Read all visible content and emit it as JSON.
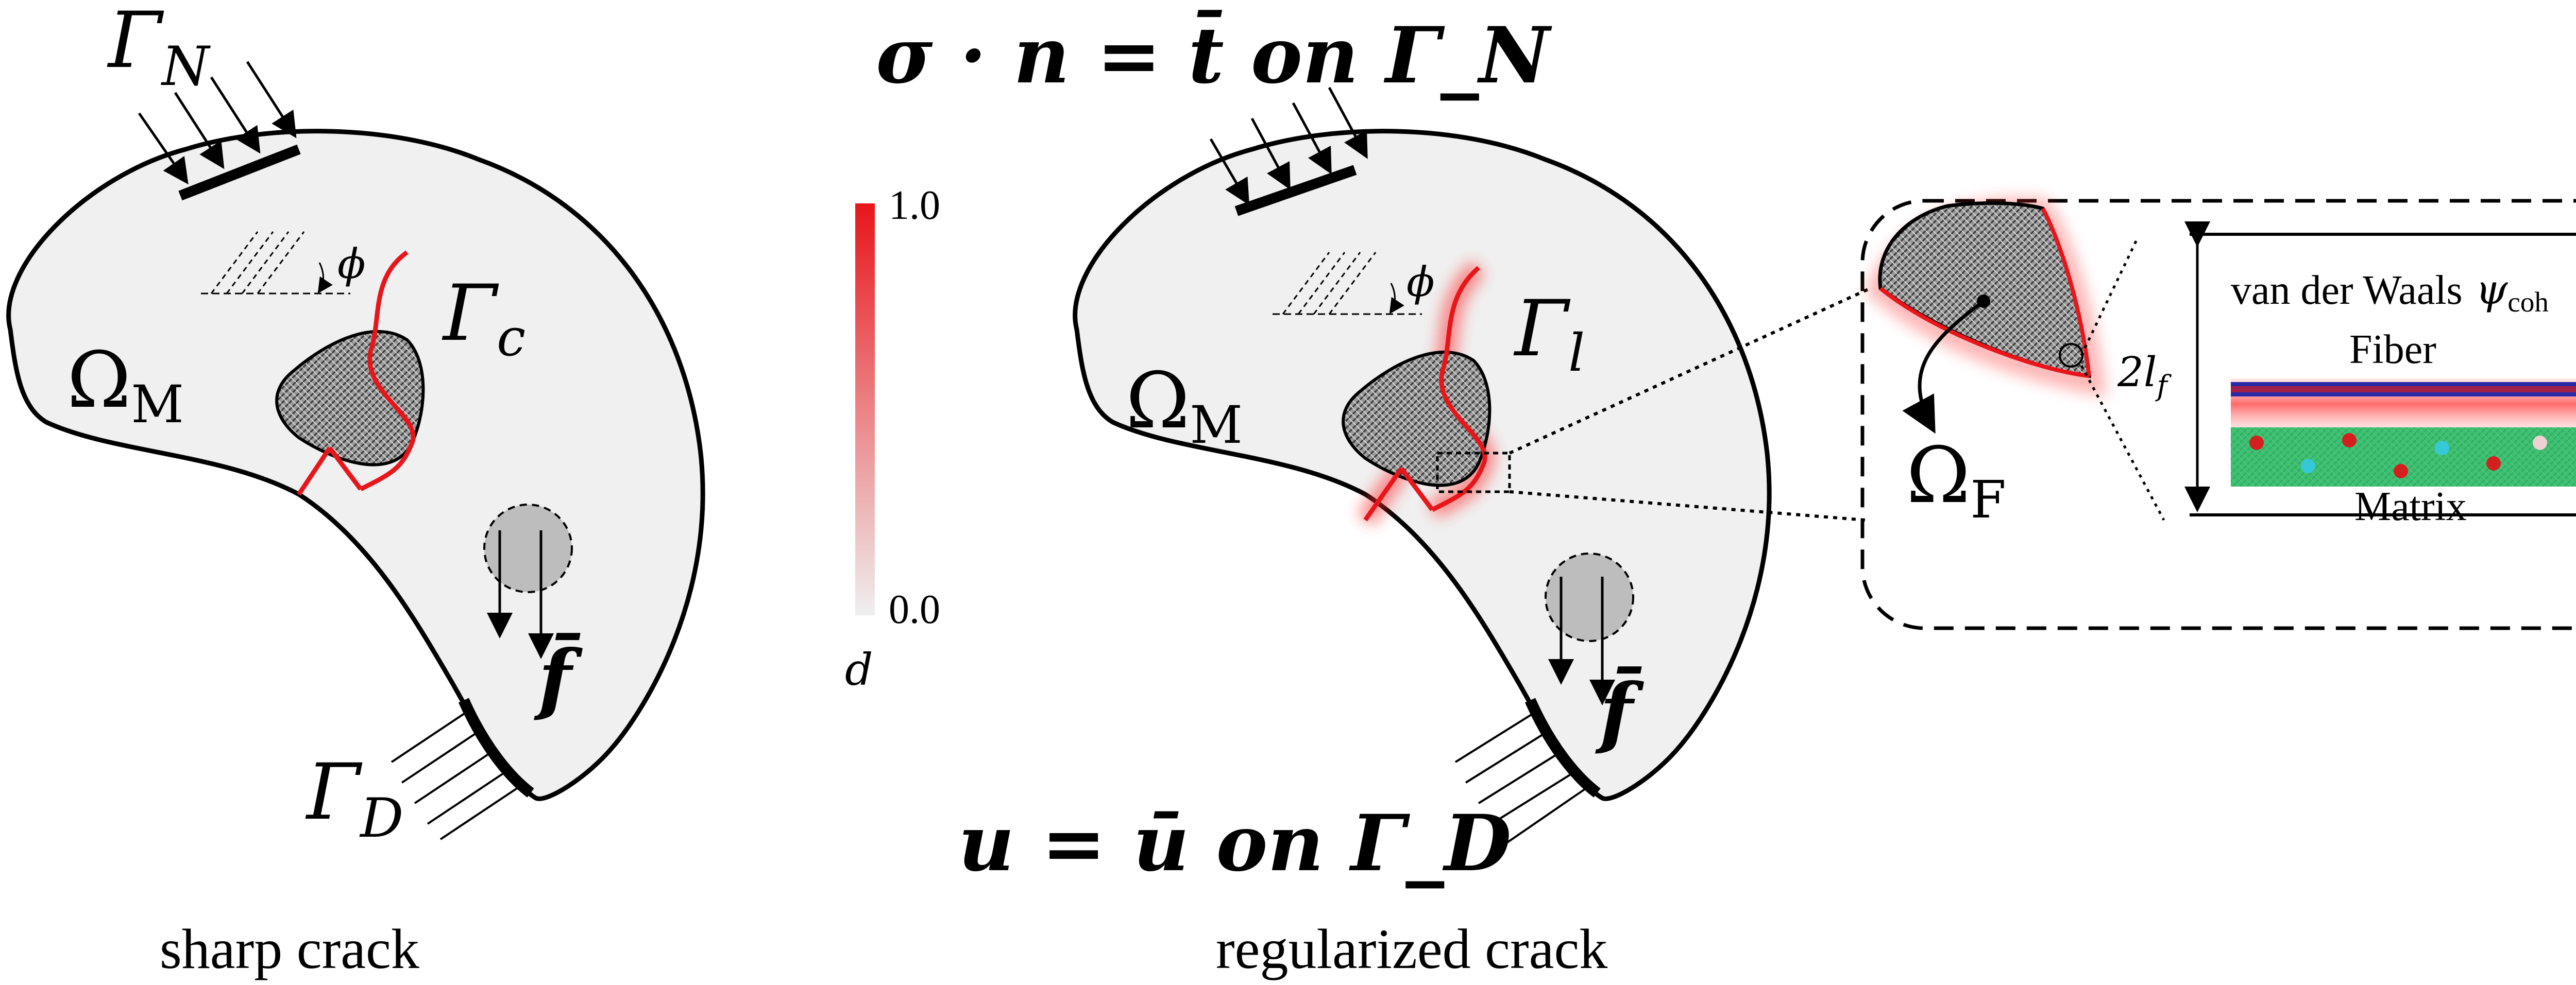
{
  "captions": {
    "left": "sharp crack",
    "right": "regularized crack"
  },
  "equations": {
    "neumann": "σ · n = t̄ on Γ_N",
    "dirichlet": "u = ū on Γ_D"
  },
  "left_panel": {
    "gamma_n_symbol": "Γ",
    "gamma_n_sub": "N",
    "gamma_d_symbol": "Γ",
    "gamma_d_sub": "D",
    "omega_symbol": "Ω",
    "omega_sub": "M",
    "gamma_c_symbol": "Γ",
    "gamma_c_sub": "c",
    "phi": "ϕ",
    "body_force": "f̄"
  },
  "right_panel": {
    "omega_symbol": "Ω",
    "omega_sub": "M",
    "gamma_l_symbol": "Γ",
    "gamma_l_sub": "l",
    "phi": "ϕ",
    "body_force": "f̄"
  },
  "colorbar": {
    "max_label": "1.0",
    "min_label": "0.0",
    "variable": "d",
    "color_high": "#e8161b",
    "color_low": "#efefef"
  },
  "inset": {
    "omega_symbol": "Ω",
    "omega_sub": "F",
    "width_label": "2l",
    "width_sub": "f",
    "vdw_label": "van der Waals",
    "psi_symbol": "ψ",
    "psi_sub": "coh",
    "fiber_label": "Fiber",
    "matrix_label": "Matrix"
  },
  "colors": {
    "body_fill": "#f0f0f0",
    "crack_red": "#e8161b",
    "inclusion_grey": "#bdbdbd"
  }
}
